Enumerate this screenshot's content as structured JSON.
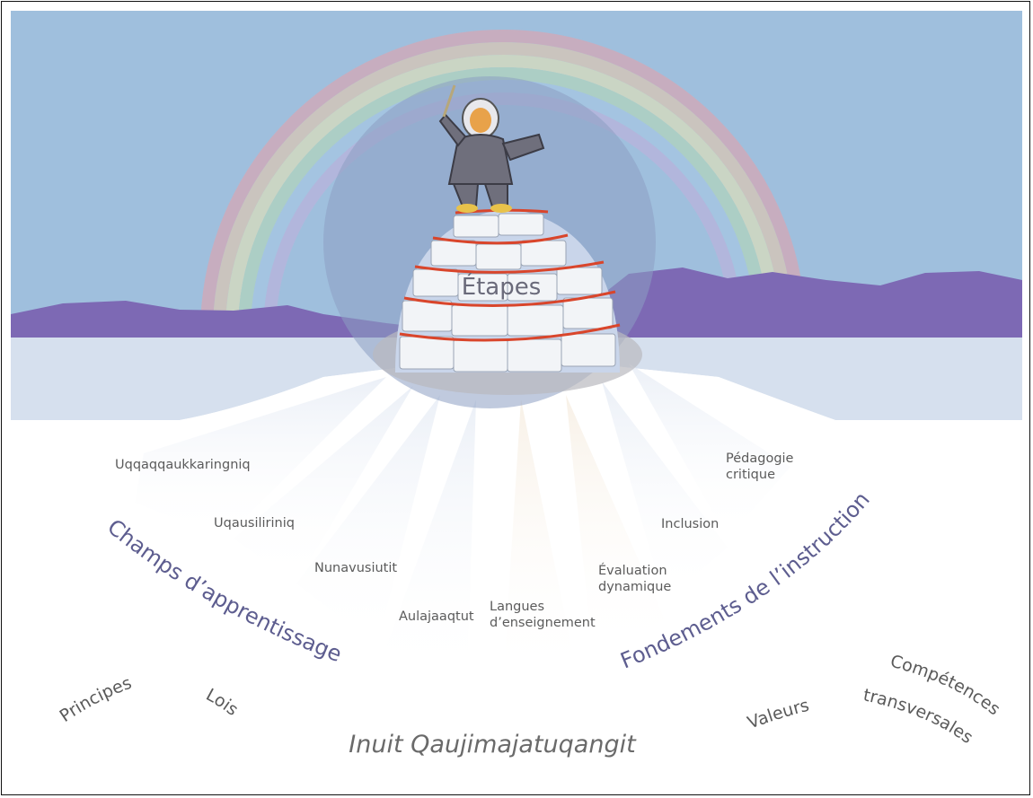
{
  "center": {
    "label": "Étapes"
  },
  "champs": {
    "title": "Champs d’apprentissage",
    "items": [
      "Uqqaqqaukkaringniq",
      "Uqausiliriniq",
      "Nunavusiutit",
      "Aulajaaqtut"
    ]
  },
  "fondements": {
    "title": "Fondements de l’instruction",
    "items": [
      {
        "line1": "Langues",
        "line2": "d’enseignement"
      },
      {
        "line1": "Évaluation",
        "line2": "dynamique"
      },
      {
        "line1": "Inclusion",
        "line2": ""
      },
      {
        "line1": "Pédagogie",
        "line2": "critique"
      }
    ]
  },
  "iq": {
    "title": "Inuit Qaujimajatuqangit",
    "principes": "Principes",
    "lois": "Lois",
    "valeurs": "Valeurs",
    "competences_1": "Compétences",
    "competences_2": "transversales"
  },
  "colors": {
    "sky": "#9fbfdd",
    "mountains": "#7d69b4",
    "ice": "#d6e0ee",
    "snow": "#ffffff",
    "accent_text": "#5d5d8f",
    "igloo_outline": "#d9452b"
  }
}
